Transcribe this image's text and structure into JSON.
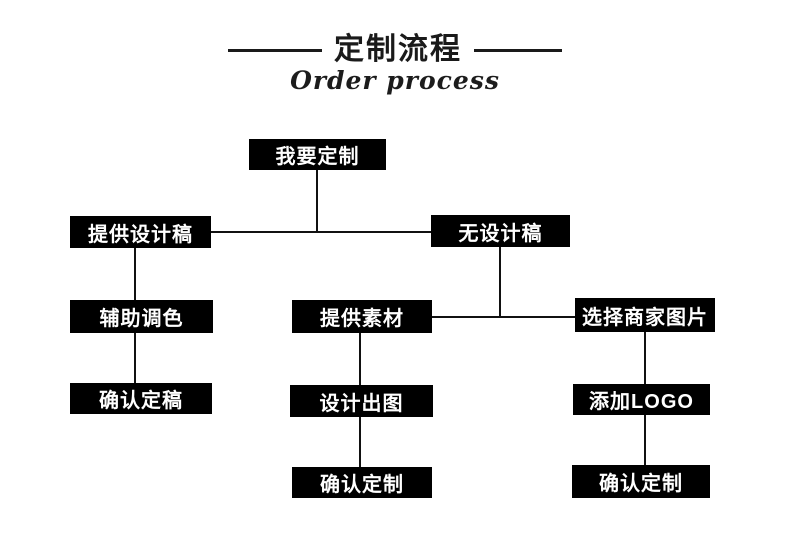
{
  "header": {
    "title": "定制流程",
    "subtitle": "Order process"
  },
  "colors": {
    "background": "#ffffff",
    "node_bg": "#000000",
    "node_text": "#ffffff",
    "line": "#111111"
  },
  "flowchart": {
    "nodes": {
      "start": {
        "label": "我要定制"
      },
      "provide_design": {
        "label": "提供设计稿"
      },
      "no_design": {
        "label": "无设计稿"
      },
      "assist_color": {
        "label": "辅助调色"
      },
      "confirm_draft": {
        "label": "确认定稿"
      },
      "provide_material": {
        "label": "提供素材"
      },
      "design_output": {
        "label": "设计出图"
      },
      "confirm_custom_mid": {
        "label": "确认定制"
      },
      "choose_merchant_image": {
        "label": "选择商家图片"
      },
      "add_logo": {
        "label": "添加LOGO"
      },
      "confirm_custom_right": {
        "label": "确认定制"
      }
    },
    "edges": [
      {
        "from": "start",
        "to": "provide_design"
      },
      {
        "from": "start",
        "to": "no_design"
      },
      {
        "from": "provide_design",
        "to": "assist_color"
      },
      {
        "from": "assist_color",
        "to": "confirm_draft"
      },
      {
        "from": "no_design",
        "to": "provide_material"
      },
      {
        "from": "no_design",
        "to": "choose_merchant_image"
      },
      {
        "from": "provide_material",
        "to": "design_output"
      },
      {
        "from": "design_output",
        "to": "confirm_custom_mid"
      },
      {
        "from": "choose_merchant_image",
        "to": "add_logo"
      },
      {
        "from": "add_logo",
        "to": "confirm_custom_right"
      }
    ]
  }
}
